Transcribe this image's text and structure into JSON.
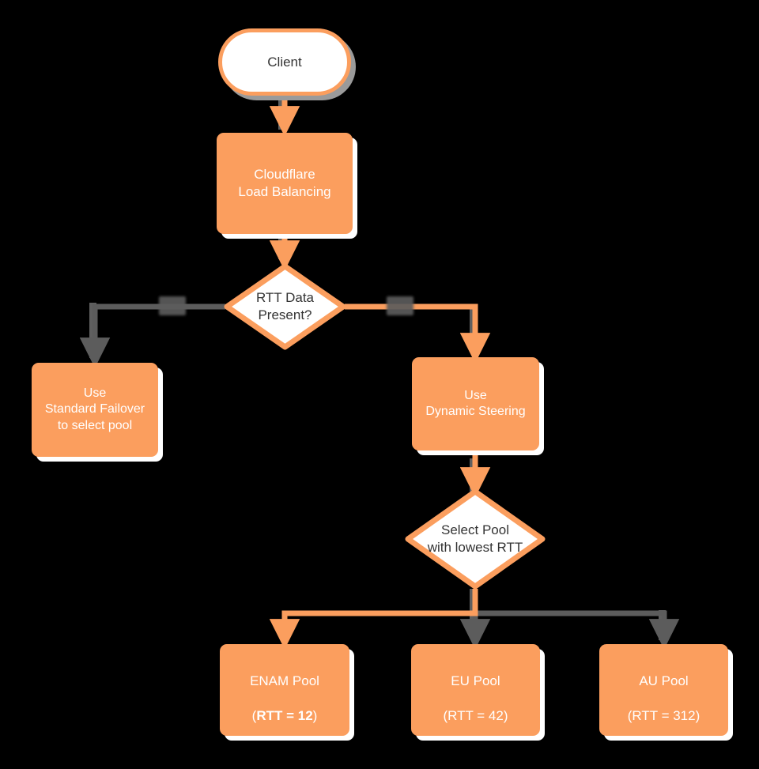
{
  "diagram": {
    "title": "Cloudflare Load Balancing RTT Steering Flowchart",
    "background_color": "#000000",
    "accent_orange": "#fb9e5e",
    "inactive_gray": "#5c5c5c",
    "node_text_light": "#ffffff",
    "node_text_dark": "#333333"
  },
  "nodes": {
    "client": {
      "label": "Client",
      "shape": "terminal"
    },
    "load_balancing": {
      "label": "Cloudflare\nLoad Balancing",
      "shape": "process"
    },
    "rtt_present": {
      "label": "RTT Data\nPresent?",
      "shape": "decision"
    },
    "standard_failover": {
      "label": "Use\nStandard Failover\nto select pool",
      "shape": "process"
    },
    "dynamic_steering": {
      "label": "Use\nDynamic Steering",
      "shape": "process"
    },
    "select_pool": {
      "label": "Select Pool\nwith lowest RTT",
      "shape": "decision"
    },
    "enam_pool": {
      "shape": "process",
      "line1": "ENAM Pool",
      "paren_open": "(",
      "rtt": "RTT = 12",
      "paren_close": ")"
    },
    "eu_pool": {
      "shape": "process",
      "line1": "EU Pool",
      "line2": "(RTT = 42)"
    },
    "au_pool": {
      "shape": "process",
      "line1": "AU Pool",
      "line2": "(RTT = 312)"
    }
  },
  "edges": {
    "client_to_lb": {
      "color": "#fb9e5e",
      "state": "active"
    },
    "lb_to_decision": {
      "color": "#fb9e5e",
      "state": "active"
    },
    "decision_to_failover": {
      "color": "#5c5c5c",
      "state": "inactive",
      "label": ""
    },
    "decision_to_steering": {
      "color": "#fb9e5e",
      "state": "active",
      "label": ""
    },
    "steering_to_select": {
      "color": "#fb9e5e",
      "state": "active"
    },
    "select_to_enam": {
      "color": "#fb9e5e",
      "state": "active"
    },
    "select_to_eu": {
      "color": "#5c5c5c",
      "state": "inactive"
    },
    "select_to_au": {
      "color": "#5c5c5c",
      "state": "inactive"
    }
  }
}
